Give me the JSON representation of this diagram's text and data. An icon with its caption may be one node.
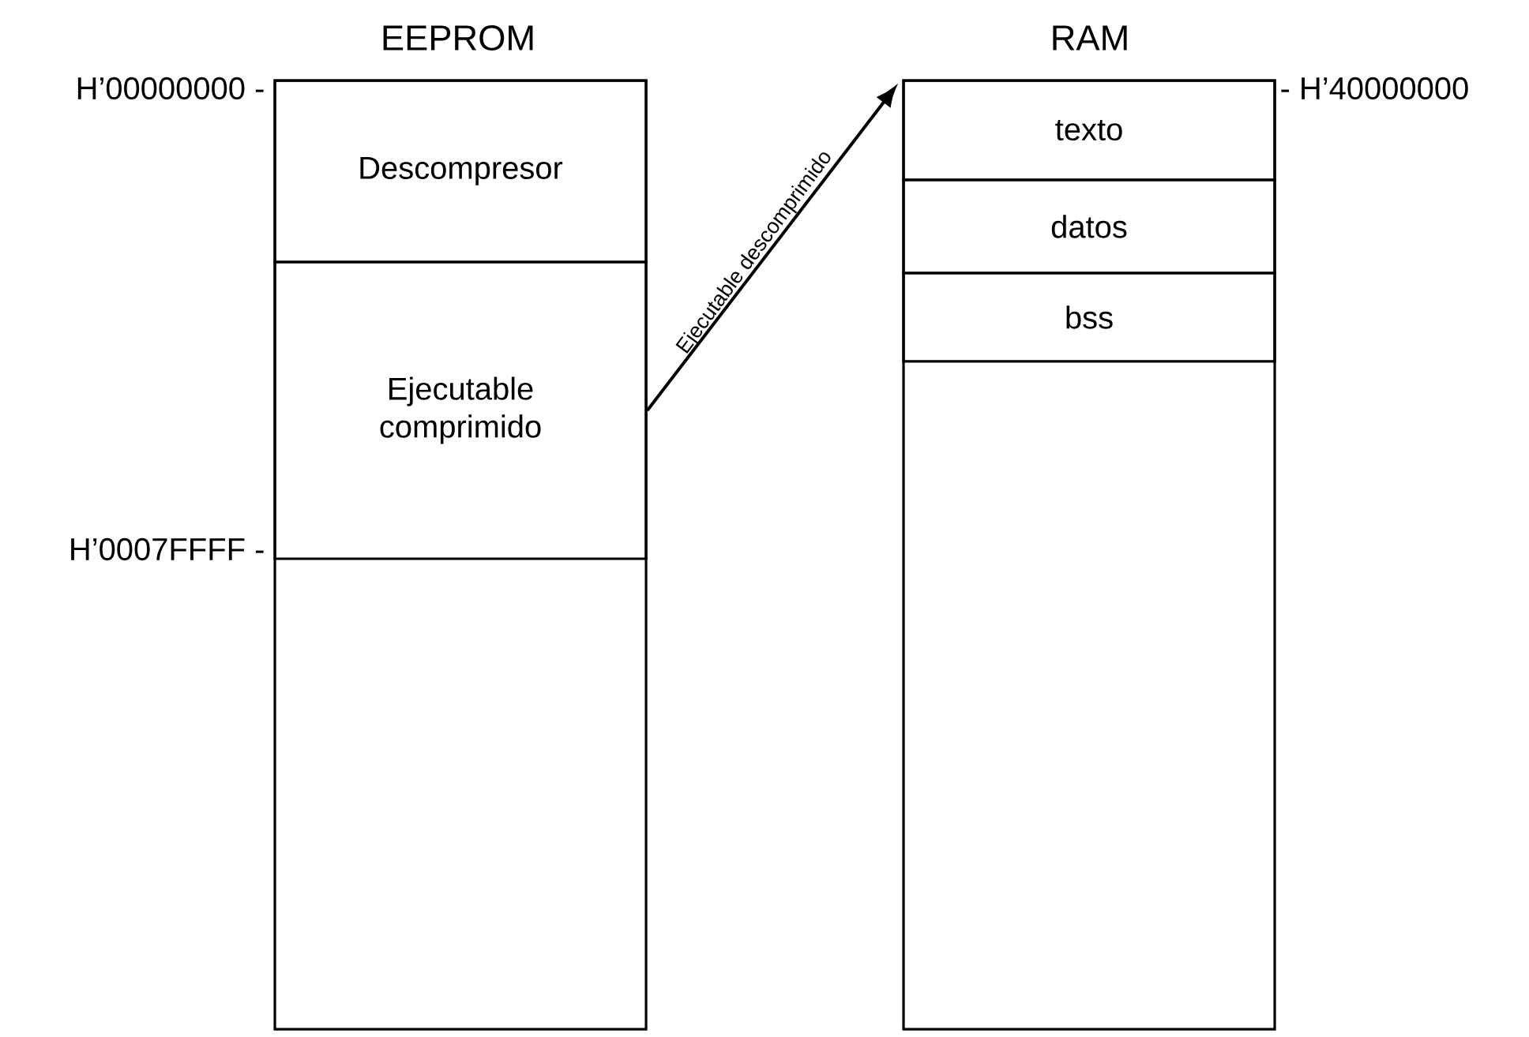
{
  "diagram": {
    "nodes": [
      {
        "text": [
          "EEPROM"
        ]
      },
      {
        "text": [
          "Descompresor"
        ],
        "in": 0
      },
      {
        "text": [
          "Ejecutable comprimido"
        ],
        "in": 0
      },
      {
        "text": [
          "RAM"
        ]
      },
      {
        "text": [
          "texto"
        ],
        "in": 3
      },
      {
        "text": [
          "datos"
        ],
        "in": 3
      },
      {
        "text": [
          "bss"
        ],
        "in": 3
      }
    ],
    "edges": [
      {
        "from": 2,
        "to": 3,
        "arrow": "to",
        "label": "Ejecutable descomprimido"
      }
    ],
    "labels": [
      "H’00000000 -",
      "- H’40000000",
      "H’0007FFFF -"
    ]
  }
}
